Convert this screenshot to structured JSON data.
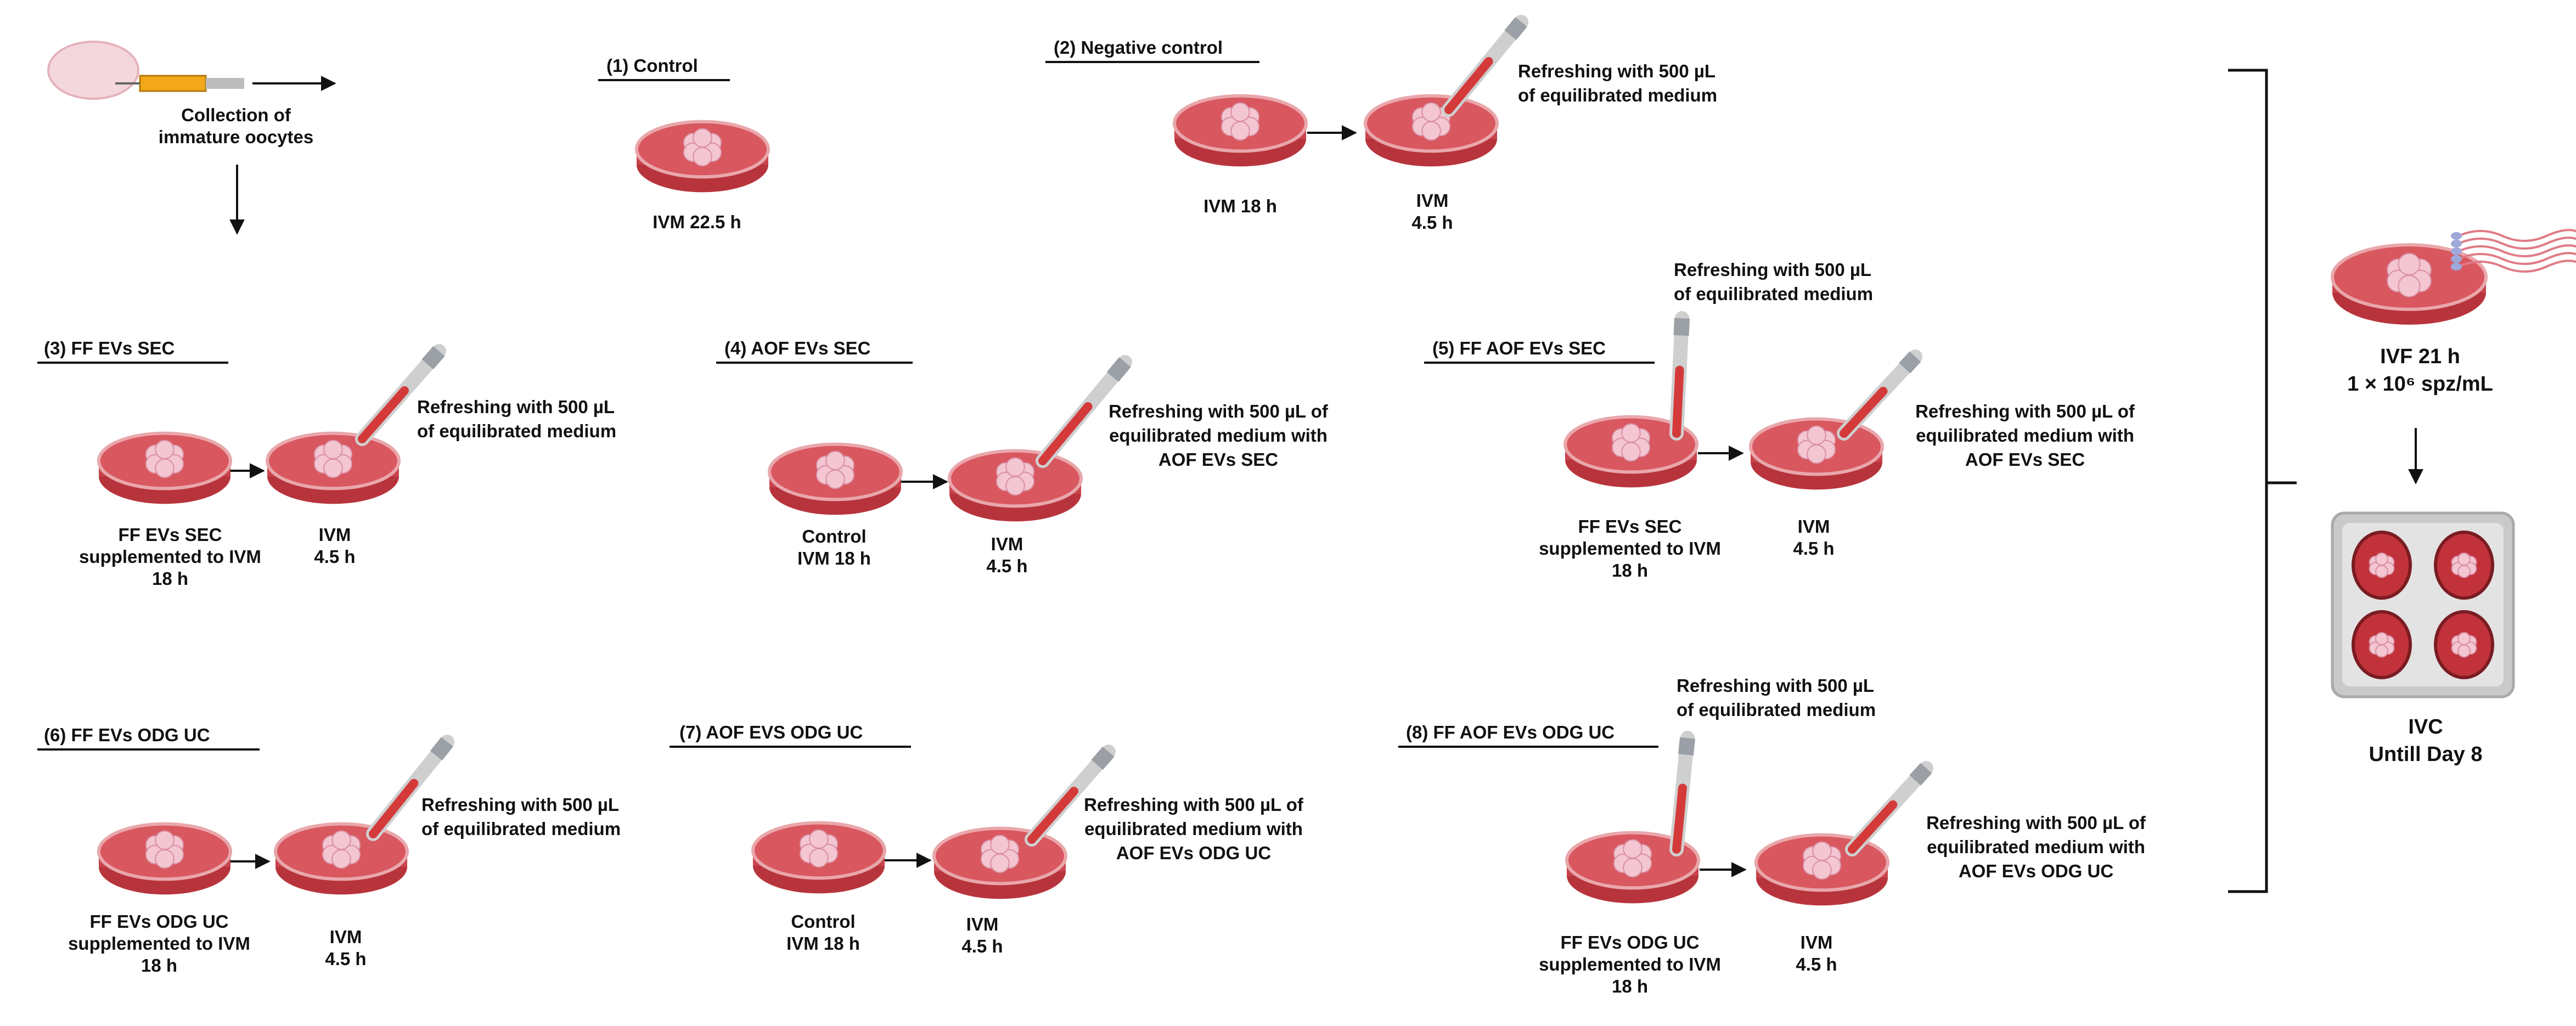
{
  "collection": {
    "line1": "Collection of",
    "line2": "immature oocytes"
  },
  "refresh": {
    "basic_l1": "Refreshing with 500 µL",
    "basic_l2": "of equilibrated medium",
    "with_l1": "Refreshing with 500 µL of",
    "with_l2": "equilibrated medium with",
    "aof_sec": "AOF EVs SEC",
    "aof_odg": "AOF EVs ODG UC"
  },
  "ivm_short": "IVM",
  "dur_4_5": "4.5 h",
  "dur_18": "18 h",
  "groups": [
    {
      "title": "(1) Control",
      "dish1_l1": "IVM 22.5 h"
    },
    {
      "title": "(2) Negative control",
      "dish1_l1": "IVM 18 h"
    },
    {
      "title": "(3) FF EVs SEC",
      "dish1_l1": "FF EVs SEC",
      "dish1_l2": "supplemented to IVM"
    },
    {
      "title": "(4) AOF EVs SEC",
      "dish1_l1": "Control",
      "dish1_l2": "IVM 18 h"
    },
    {
      "title": "(5) FF AOF EVs SEC",
      "dish1_l1": "FF EVs SEC",
      "dish1_l2": "supplemented to IVM"
    },
    {
      "title": "(6) FF EVs ODG UC",
      "dish1_l1": "FF EVs ODG UC",
      "dish1_l2": "supplemented to IVM"
    },
    {
      "title": "(7) AOF EVS ODG UC",
      "dish1_l1": "Control",
      "dish1_l2": "IVM 18 h"
    },
    {
      "title": "(8) FF AOF EVs ODG UC",
      "dish1_l1": "FF EVs ODG UC",
      "dish1_l2": "supplemented to IVM"
    }
  ],
  "ivf": {
    "line1": "IVF 21 h",
    "line2": "1 × 10⁶ spz/mL"
  },
  "ivc": {
    "line1": "IVC",
    "line2": "Untill Day 8"
  },
  "colors": {
    "dish_fill": "#d9575f",
    "dish_rim": "#e9a7ab",
    "oocyte": "#f3c6d1",
    "pipette_liquid": "#d43a3a",
    "plate": "#c9c9c9"
  }
}
